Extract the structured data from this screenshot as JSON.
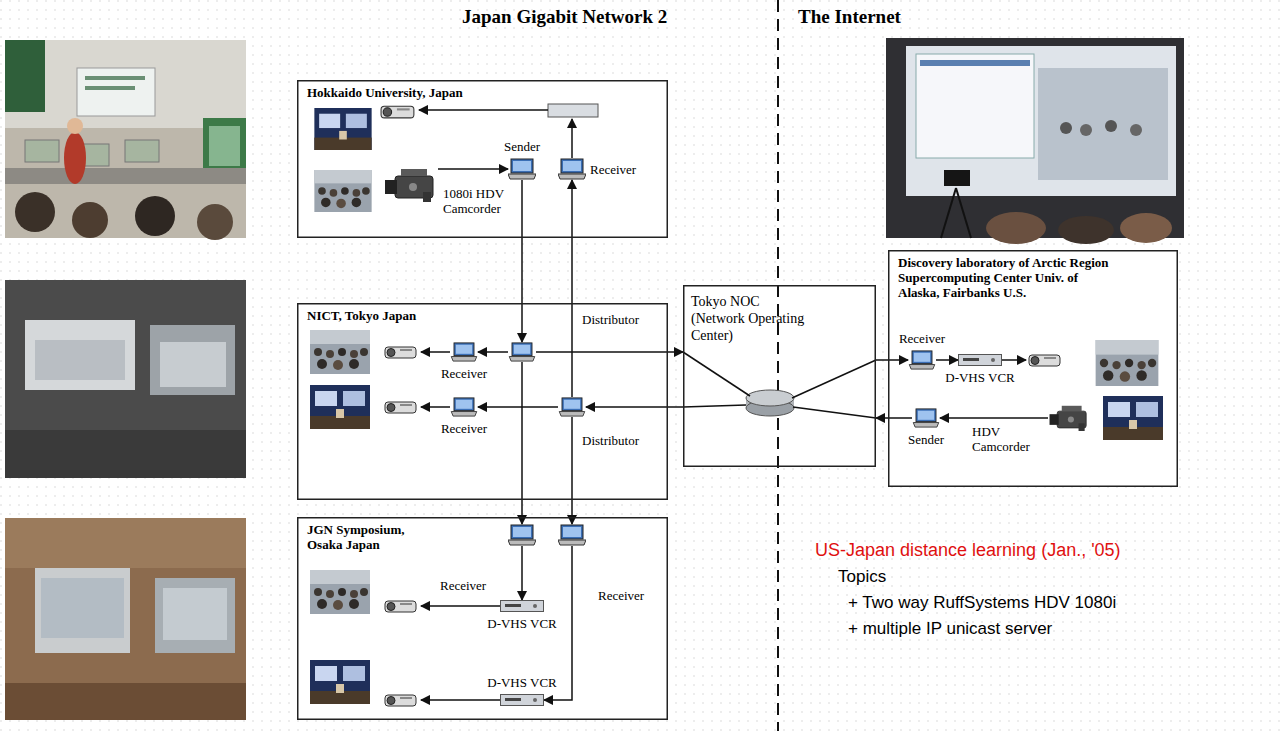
{
  "diagram": {
    "nodes": [
      {
        "text": [
          "Hokkaido University, Japan"
        ]
      },
      {
        "text": [
          "Sender"
        ],
        "in": 0
      },
      {
        "text": [
          "Receiver"
        ],
        "in": 0
      },
      {
        "text": [
          "1080i HDV Camcorder"
        ],
        "in": 0
      },
      {
        "text": [
          "NICT, Tokyo Japan"
        ]
      },
      {
        "text": [
          "Distributor"
        ],
        "in": 4
      },
      {
        "text": [
          "Distributor"
        ],
        "in": 4
      },
      {
        "text": [
          "Receiver"
        ],
        "in": 4
      },
      {
        "text": [
          "Receiver"
        ],
        "in": 4
      },
      {
        "text": [
          "JGN Symposium, Osaka Japan"
        ]
      },
      {
        "text": [
          "Receiver"
        ],
        "in": 9
      },
      {
        "text": [
          "Receiver"
        ],
        "in": 9
      },
      {
        "text": [
          "D-VHS VCR"
        ],
        "in": 9
      },
      {
        "text": [
          "D-VHS VCR"
        ],
        "in": 9
      },
      {
        "text": [
          "Tokyo NOC (Network Operating Center)"
        ]
      },
      {
        "text": [
          "Discovery laboratory of Arctic Region Supercomputing Center Univ. of Alaska, Fairbanks U.S."
        ]
      },
      {
        "text": [
          "Receiver"
        ],
        "in": 15
      },
      {
        "text": [
          "Sender"
        ],
        "in": 15
      },
      {
        "text": [
          "D-VHS VCR"
        ],
        "in": 15
      },
      {
        "text": [
          "HDV Camcorder"
        ],
        "in": 15
      }
    ],
    "edges": [
      {
        "from": 3,
        "to": 1,
        "arrow": "to"
      },
      {
        "from": 1,
        "to": 5,
        "arrow": "to"
      },
      {
        "from": 5,
        "to": 7,
        "arrow": "to"
      },
      {
        "from": 5,
        "to": 14,
        "arrow": "to"
      },
      {
        "from": 5,
        "to": 10,
        "arrow": "to"
      },
      {
        "from": 14,
        "to": 6,
        "arrow": "to"
      },
      {
        "from": 6,
        "to": 8,
        "arrow": "to"
      },
      {
        "from": 6,
        "to": 2,
        "arrow": "to"
      },
      {
        "from": 6,
        "to": 11,
        "arrow": "to"
      },
      {
        "from": 14,
        "to": 16,
        "arrow": "to"
      },
      {
        "from": 17,
        "to": 14,
        "arrow": "to"
      },
      {
        "from": 16,
        "to": 18,
        "arrow": "to"
      },
      {
        "from": 19,
        "to": 17,
        "arrow": "to"
      },
      {
        "from": 10,
        "to": 12,
        "arrow": "to"
      },
      {
        "from": 11,
        "to": 13,
        "arrow": "to"
      }
    ],
    "labels": [
      "Japan Gigabit Network 2",
      "The Internet",
      "US-Japan distance learning (Jan., '05)",
      "Topics",
      "+ Two way RuffSystems HDV 1080i",
      "+ multiple IP unicast server"
    ]
  }
}
